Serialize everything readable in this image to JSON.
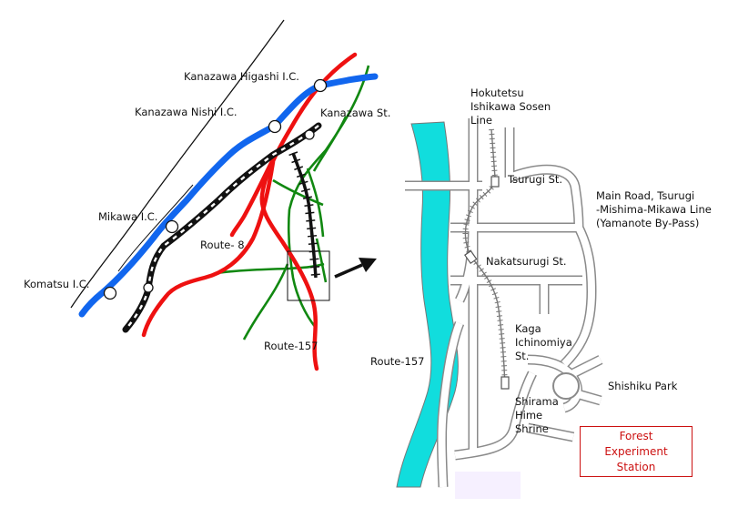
{
  "overview": {
    "interchanges": [
      "Kanazawa Higashi I.C.",
      "Kanazawa Nishi I.C.",
      "Mikawa I.C.",
      "Komatsu I.C."
    ],
    "station": "Kanazawa St.",
    "routes": [
      "Route- 8",
      "Route-157"
    ]
  },
  "detail": {
    "railway": "Hokutetsu\nIshikawa Sosen\nLine",
    "stations": [
      "Tsurugi St.",
      "Nakatsurugi St.",
      "Kaga\nIchinomiya\nSt."
    ],
    "main_road": "Main Road, Tsurugi\n-Mishima-Mikawa Line\n(Yamanote By-Pass)",
    "route": "Route-157",
    "places": [
      "Shishiku Park",
      "Shirama\nHime\nShrine"
    ]
  },
  "destination": "Forest\nExperiment\nStation",
  "colors": {
    "expressway": "#1166ee",
    "national_route": "#ee1111",
    "local_road": "#118811",
    "railway": "#111111",
    "river": "#11dddd",
    "destination_border": "#cc1111"
  }
}
